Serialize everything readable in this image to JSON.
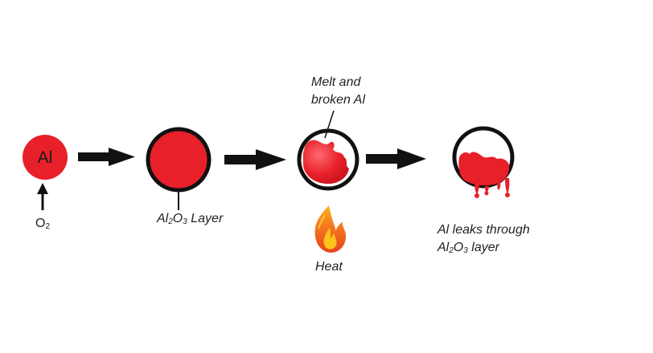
{
  "stage1": {
    "element_symbol": "Al",
    "gas_main": "O",
    "gas_sub": "2"
  },
  "stage2": {
    "layer_a": "Al",
    "layer_sub1": "2",
    "layer_b": "O",
    "layer_sub2": "3",
    "layer_c": " Layer"
  },
  "stage3": {
    "melt_line1": "Melt and",
    "melt_line2": "broken Al",
    "heat_label": "Heat"
  },
  "stage4": {
    "leak_line1": "Al leaks through",
    "leak_a": "Al",
    "leak_sub1": "2",
    "leak_b": "O",
    "leak_sub2": "3",
    "leak_c": " layer"
  },
  "colors": {
    "aluminum_red": "#e8202a",
    "shell_black": "#111111",
    "flame_orange": "#f26a1b",
    "flame_yellow": "#ffc21a"
  }
}
